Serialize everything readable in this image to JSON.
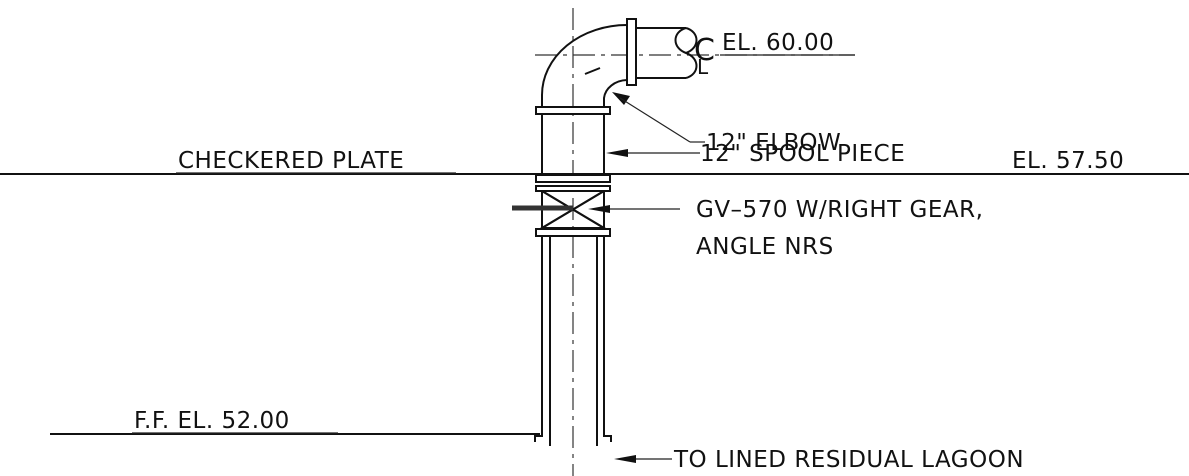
{
  "labels": {
    "elevation_top": "EL. 60.00",
    "elbow": "12\" ELBOW",
    "checkered_plate": "CHECKERED PLATE",
    "spool_piece": "12\" SPOOL PIECE",
    "elevation_plate": "EL. 57.50",
    "valve_line1": "GV–570 W/RIGHT GEAR,",
    "valve_line2": "ANGLE NRS",
    "floor_elevation": "F.F. EL. 52.00",
    "outlet": "TO LINED RESIDUAL LAGOON"
  },
  "symbols": {
    "centerline": "centerline-symbol"
  },
  "colors": {
    "ink": "#111111",
    "background": "#ffffff"
  }
}
